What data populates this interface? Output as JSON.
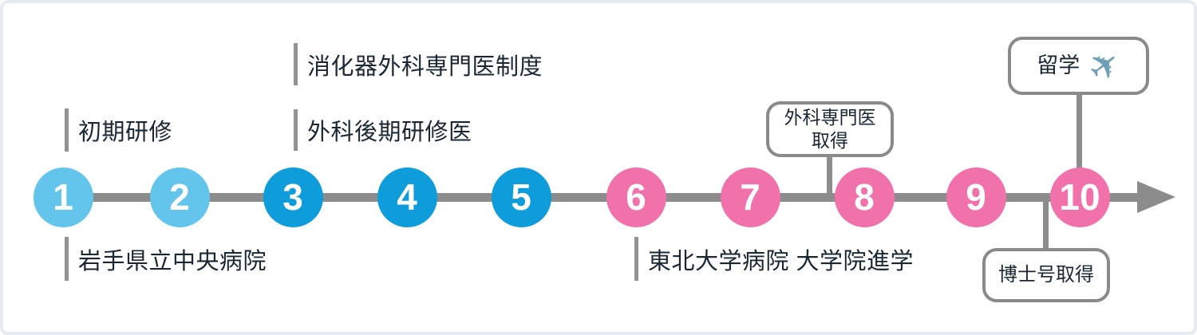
{
  "diagram": {
    "type": "timeline",
    "direction": "left-to-right",
    "milestones": [
      {
        "label": "1",
        "phase": "light_blue"
      },
      {
        "label": "2",
        "phase": "light_blue"
      },
      {
        "label": "3",
        "phase": "blue"
      },
      {
        "label": "4",
        "phase": "blue"
      },
      {
        "label": "5",
        "phase": "blue"
      },
      {
        "label": "6",
        "phase": "pink"
      },
      {
        "label": "7",
        "phase": "pink"
      },
      {
        "label": "8",
        "phase": "pink"
      },
      {
        "label": "9",
        "phase": "pink"
      },
      {
        "label": "10",
        "phase": "pink"
      }
    ],
    "colors": {
      "light_blue": "#63C5EC",
      "blue": "#0F9CDB",
      "pink": "#F171AB",
      "line_gray": "#8C8C8C",
      "tick_gray": "#929292",
      "badge_border": "#8A8A8A",
      "text_dark": "#1A2733",
      "plane_blue": "#6FA0B5",
      "frame_border": "#E6EBF1"
    },
    "labels": {
      "early_training": "初期研修",
      "iwate_hospital": "岩手県立中央病院",
      "gi_surgeon_system": "消化器外科専門医制度",
      "late_surgical_resident": "外科後期研修医",
      "tohoku_hospital": "東北大学病院 大学院進学"
    },
    "badges": {
      "surgeon_cert_line1": "外科専門医",
      "surgeon_cert_line2": "取得",
      "study_abroad": "留学",
      "phd": "博士号取得"
    },
    "icons": {
      "airplane": "✈"
    }
  }
}
